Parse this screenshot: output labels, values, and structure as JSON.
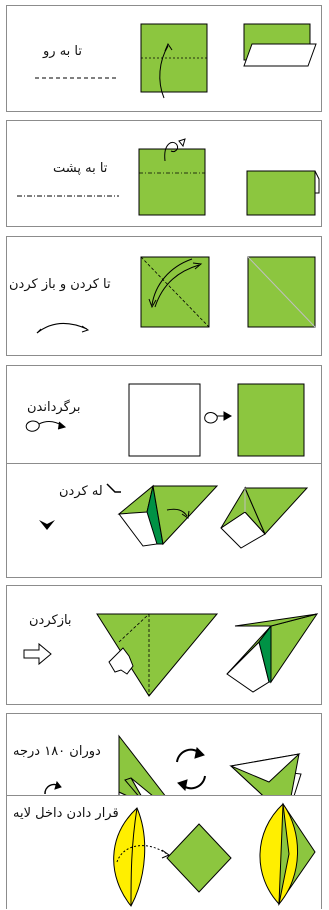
{
  "colors": {
    "paper_green": "#8cc63f",
    "dark_green": "#009245",
    "paper_yellow": "#ffef00",
    "outline": "#000000",
    "panel_border": "#8c8c8c"
  },
  "steps": [
    {
      "id": "valley-fold",
      "label": "تا به رو",
      "legend_icon": "dashed-line-icon"
    },
    {
      "id": "mountain-fold",
      "label": "تا به پشت",
      "legend_icon": "dash-dot-line-icon"
    },
    {
      "id": "fold-unfold",
      "label": "تا کردن و باز کردن",
      "legend_icon": "fold-unfold-arrow-icon"
    },
    {
      "id": "turn-over",
      "label": "برگرداندن",
      "legend_icon": "turn-over-arrow-icon"
    },
    {
      "id": "squash-fold",
      "label": "له کردن",
      "legend_icon": "squash-arrow-icon"
    },
    {
      "id": "open-out",
      "label": "بازکردن",
      "legend_icon": "hollow-arrow-icon"
    },
    {
      "id": "rotate",
      "label": "دوران ۱۸۰ درجه",
      "legend_icon": "rotate-arrows-icon"
    },
    {
      "id": "insert",
      "label": "قرار دادن داخل لایه",
      "legend_icon": ""
    }
  ]
}
